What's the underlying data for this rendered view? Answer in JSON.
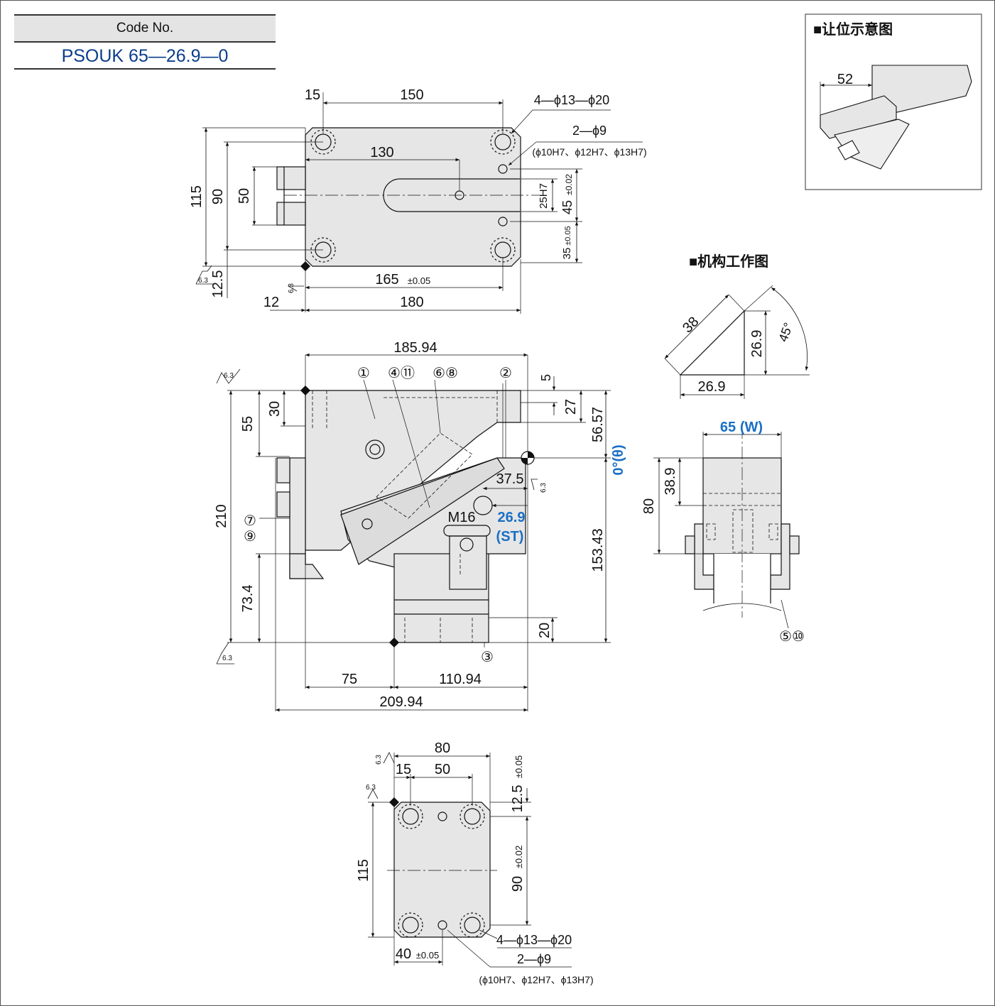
{
  "code_box": {
    "header": "Code No.",
    "value": "PSOUK 65—26.9—0"
  },
  "inset_relief": {
    "title": "■让位示意图",
    "dim": "52"
  },
  "inset_mechanism": {
    "title": "■机构工作图",
    "hyp": "38",
    "height": "26.9",
    "base": "26.9",
    "angle": "45°"
  },
  "top_view": {
    "d15": "15",
    "d150": "150",
    "d130": "130",
    "d115": "115",
    "d90": "90",
    "d50": "50",
    "d12_5": "12.5",
    "d12": "12",
    "d180": "180",
    "d165": "165",
    "d165_tol": "±0.05",
    "d25h7": "25H7",
    "d45": "45",
    "d45_tol": "±0.02",
    "d35": "35",
    "d35_tol": "±0.05",
    "roughness": "6.3",
    "holes_a": "4—ϕ13—ϕ20",
    "holes_b": "2—ϕ9",
    "holes_b_fit": "(ϕ10H7、ϕ12H7、ϕ13H7)"
  },
  "front_view": {
    "d185_94": "185.94",
    "d5": "5",
    "d27": "27",
    "d56_57": "56.57",
    "d30": "30",
    "d55": "55",
    "d210": "210",
    "d73_4": "73.4",
    "d37_5": "37.5",
    "d153_43": "153.43",
    "d20": "20",
    "d75": "75",
    "d110_94": "110.94",
    "d209_94": "209.94",
    "m16": "M16",
    "st_val": "26.9",
    "st_label": "(ST)",
    "theta": "0°(θ)",
    "roughness": "6.3",
    "c1": "①",
    "c2": "②",
    "c3": "③",
    "c4": "④⑪",
    "c5": "⑥⑧",
    "c6": "⑦",
    "c7": "⑨"
  },
  "side_view": {
    "w_val": "65",
    "w_label": "(W)",
    "d38_9": "38.9",
    "d80": "80",
    "c8": "⑤⑩"
  },
  "bottom_view": {
    "d80": "80",
    "d15": "15",
    "d50": "50",
    "d12_5": "12.5",
    "d12_5_tol": "±0.05",
    "d115": "115",
    "d90": "90",
    "d90_tol": "±0.02",
    "d40": "40",
    "d40_tol": "±0.05",
    "roughness": "6.3",
    "holes_a": "4—ϕ13—ϕ20",
    "holes_b": "2—ϕ9",
    "holes_b_fit": "(ϕ10H7、ϕ12H7、ϕ13H7)"
  },
  "colors": {
    "line": "#111111",
    "fill": "#e6e6e6",
    "blue": "#1a6fc4",
    "navy": "#0b3d8c"
  }
}
